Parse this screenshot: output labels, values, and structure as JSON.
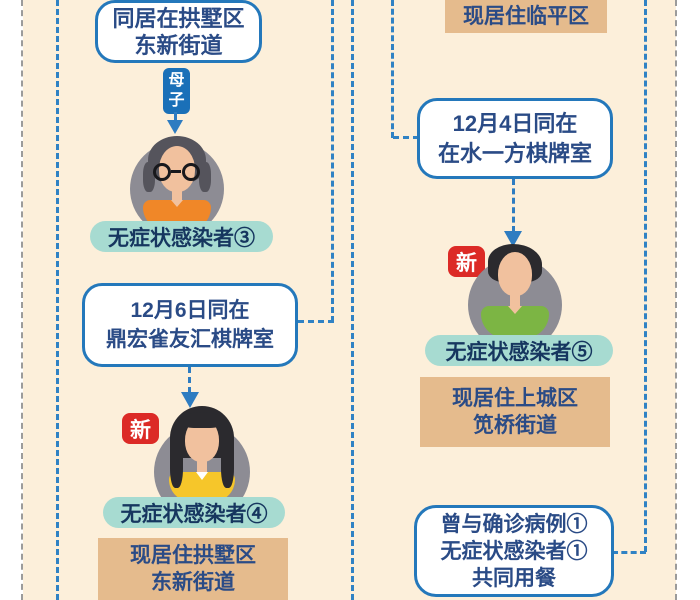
{
  "diagram_type": "covid-case-transmission-flowchart",
  "palette": {
    "background_cream": "#fcefda",
    "margin_white": "#ffffff",
    "bubble_border_blue": "#2478bb",
    "connector_blue": "#3082c4",
    "text_navy": "#2a4b86",
    "pill_teal": "#a7dbd1",
    "pill_text": "#16365f",
    "residence_tan": "#e5bb8d",
    "relation_badge_blue": "#1a70b8",
    "new_badge_red": "#dc2a26",
    "avatar_circle_gray": "#8d8c94",
    "shirt_orange": "#f08728",
    "shirt_yellow": "#f6c62a",
    "shirt_green": "#7cb544"
  },
  "left": {
    "household_bubble": {
      "lines": [
        "同居在拱墅区",
        "东新街道"
      ]
    },
    "relation_badge": {
      "chars": [
        "母",
        "子"
      ]
    },
    "case3": {
      "label": "无症状感染者③"
    },
    "venue_bubble": {
      "lines": [
        "12月6日同在",
        "鼎宏雀友汇棋牌室"
      ]
    },
    "case4": {
      "new_badge": "新",
      "label": "无症状感染者④",
      "residence": {
        "lines": [
          "现居住拱墅区",
          "东新街道"
        ]
      }
    }
  },
  "right": {
    "residence_top": "现居住临平区",
    "venue_bubble": {
      "lines": [
        "12月4日同在",
        "在水一方棋牌室"
      ]
    },
    "case5": {
      "new_badge": "新",
      "label": "无症状感染者⑤",
      "residence": {
        "lines": [
          "现居住上城区",
          "笕桥街道"
        ]
      }
    },
    "meal_bubble": {
      "lines": [
        "曾与确诊病例①",
        "无症状感染者①",
        "共同用餐"
      ]
    }
  }
}
